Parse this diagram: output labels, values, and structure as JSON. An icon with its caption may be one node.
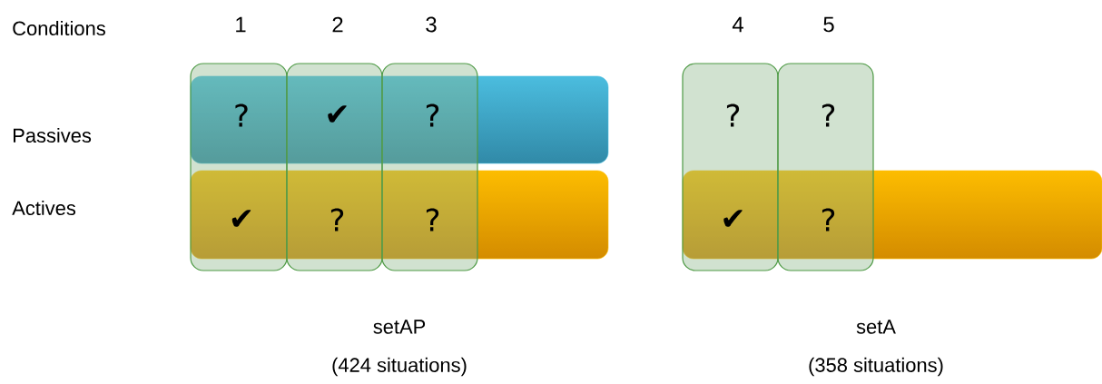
{
  "diagram": {
    "nodes": [
      {
        "text": [
          "1",
          "?",
          "✔"
        ]
      },
      {
        "text": [
          "2",
          "✔",
          "?"
        ]
      },
      {
        "text": [
          "3",
          "?",
          "?"
        ]
      },
      {
        "text": [
          "4",
          "?",
          "✔"
        ]
      },
      {
        "text": [
          "5",
          "?",
          "?"
        ]
      },
      {
        "text": [],
        "shape": "bar"
      },
      {
        "text": [],
        "shape": "bar"
      },
      {
        "text": [],
        "shape": "bar"
      }
    ],
    "edges": [],
    "labels": [
      "Conditions",
      "Passives",
      "Actives",
      "setAP",
      "(424 situations)",
      "setA",
      "(358 situations)"
    ]
  }
}
